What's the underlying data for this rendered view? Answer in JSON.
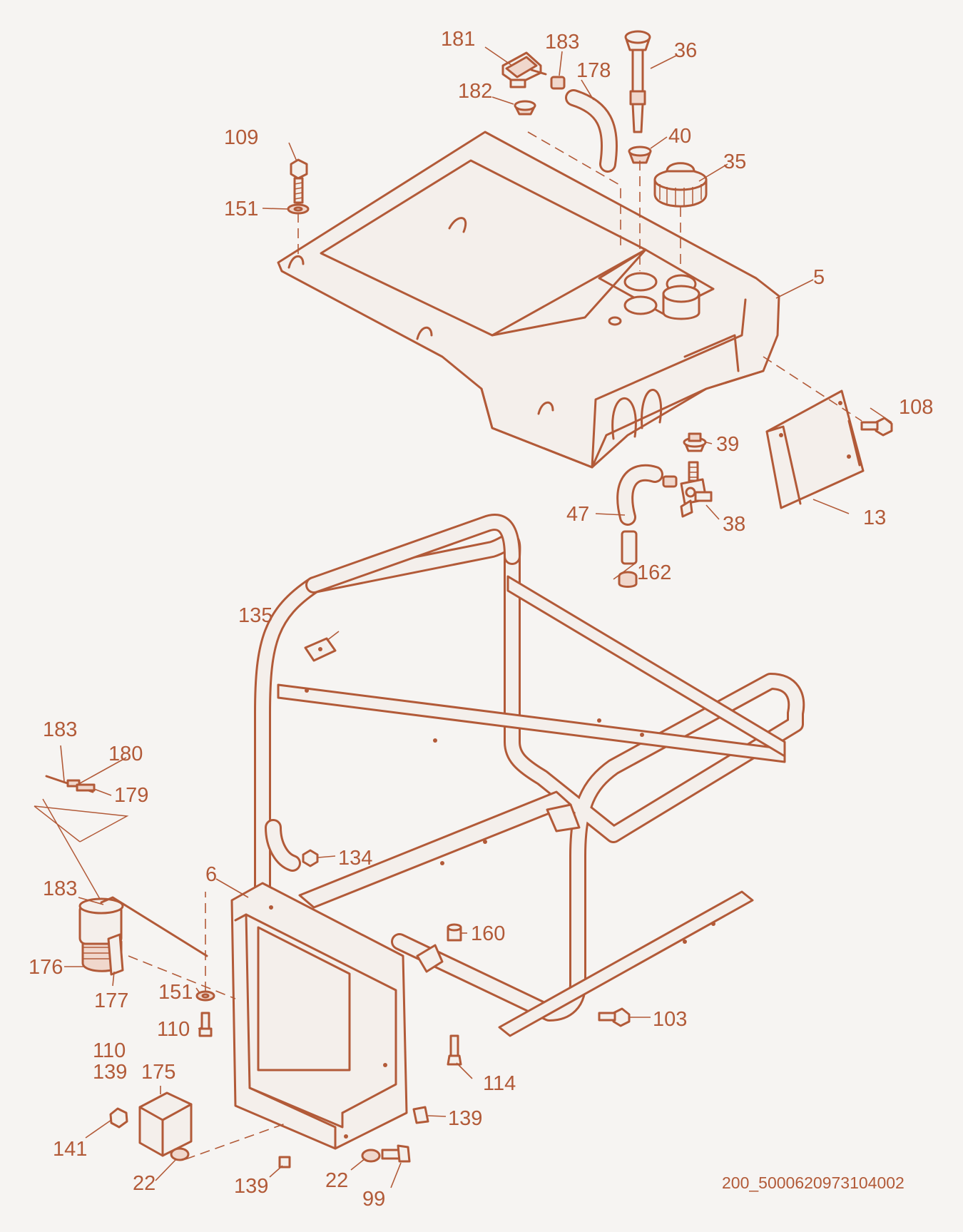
{
  "colors": {
    "ink": "#b25a38",
    "fill": "#f0d7cc",
    "background": "#f6f4f2"
  },
  "drawing_code": "200_5000620973104002",
  "callouts": [
    {
      "id": "c181",
      "label": "181"
    },
    {
      "id": "c183a",
      "label": "183"
    },
    {
      "id": "c36",
      "label": "36"
    },
    {
      "id": "c178",
      "label": "178"
    },
    {
      "id": "c182",
      "label": "182"
    },
    {
      "id": "c109",
      "label": "109"
    },
    {
      "id": "c40",
      "label": "40"
    },
    {
      "id": "c35",
      "label": "35"
    },
    {
      "id": "c151a",
      "label": "151"
    },
    {
      "id": "c5",
      "label": "5"
    },
    {
      "id": "c108",
      "label": "108"
    },
    {
      "id": "c39",
      "label": "39"
    },
    {
      "id": "c47",
      "label": "47"
    },
    {
      "id": "c38",
      "label": "38"
    },
    {
      "id": "c13",
      "label": "13"
    },
    {
      "id": "c162",
      "label": "162"
    },
    {
      "id": "c135",
      "label": "135"
    },
    {
      "id": "c183b",
      "label": "183"
    },
    {
      "id": "c180",
      "label": "180"
    },
    {
      "id": "c179",
      "label": "179"
    },
    {
      "id": "c134",
      "label": "134"
    },
    {
      "id": "c6",
      "label": "6"
    },
    {
      "id": "c183c",
      "label": "183"
    },
    {
      "id": "c160",
      "label": "160"
    },
    {
      "id": "c176",
      "label": "176"
    },
    {
      "id": "c151b",
      "label": "151"
    },
    {
      "id": "c103",
      "label": "103"
    },
    {
      "id": "c177",
      "label": "177"
    },
    {
      "id": "c110a",
      "label": "110"
    },
    {
      "id": "c110b",
      "label": "110"
    },
    {
      "id": "c139a",
      "label": "139"
    },
    {
      "id": "c175",
      "label": "175"
    },
    {
      "id": "c114",
      "label": "114"
    },
    {
      "id": "c139b",
      "label": "139"
    },
    {
      "id": "c141",
      "label": "141"
    },
    {
      "id": "c22a",
      "label": "22"
    },
    {
      "id": "c139c",
      "label": "139"
    },
    {
      "id": "c22b",
      "label": "22"
    },
    {
      "id": "c99",
      "label": "99"
    }
  ]
}
